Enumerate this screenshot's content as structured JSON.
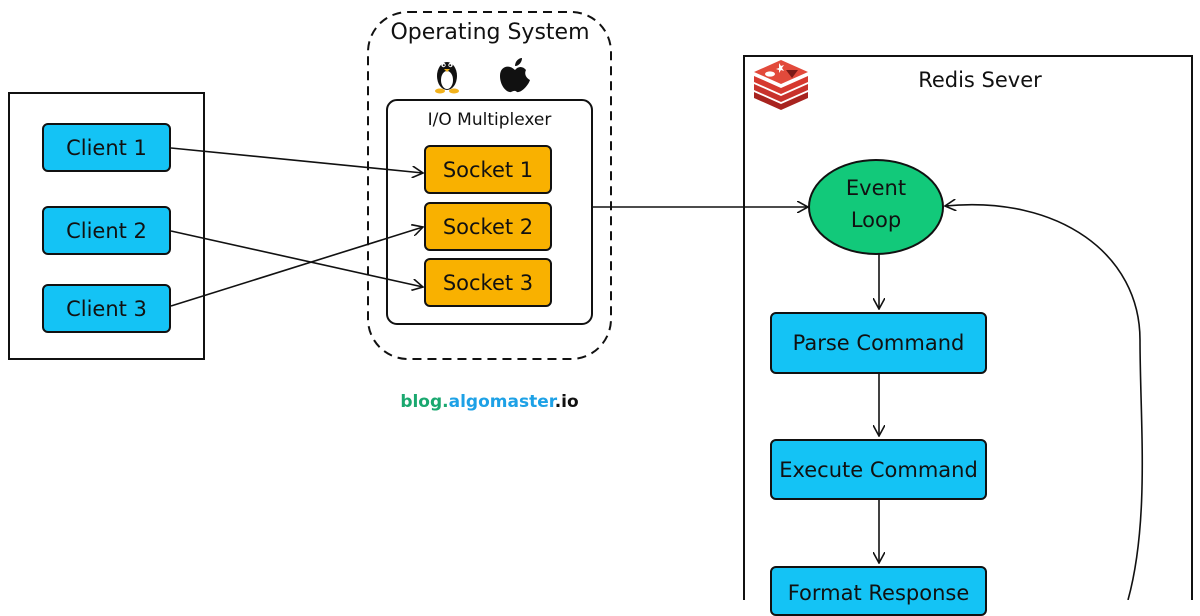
{
  "os": {
    "title": "Operating System",
    "linux_icon": "linux-penguin-icon",
    "apple_icon": "apple-icon"
  },
  "multiplexer": {
    "title": "I/O Multiplexer"
  },
  "clients": [
    "Client 1",
    "Client 2",
    "Client 3"
  ],
  "sockets": [
    "Socket 1",
    "Socket 2",
    "Socket 3"
  ],
  "watermark": {
    "part1": "blog.",
    "part2": "algomaster",
    "part3": ".io",
    "color_green": "#1aa86f",
    "color_blue": "#1da1e6"
  },
  "redis": {
    "title": "Redis Sever",
    "logo_icon": "redis-logo-icon",
    "event_loop": [
      "Event",
      "Loop"
    ],
    "steps": [
      "Parse Command",
      "Execute Command",
      "Format Response"
    ]
  },
  "colors": {
    "client": "#14c3f5",
    "socket": "#f9b100",
    "event_loop": "#12c97a",
    "redis_red": "#c8322c"
  }
}
